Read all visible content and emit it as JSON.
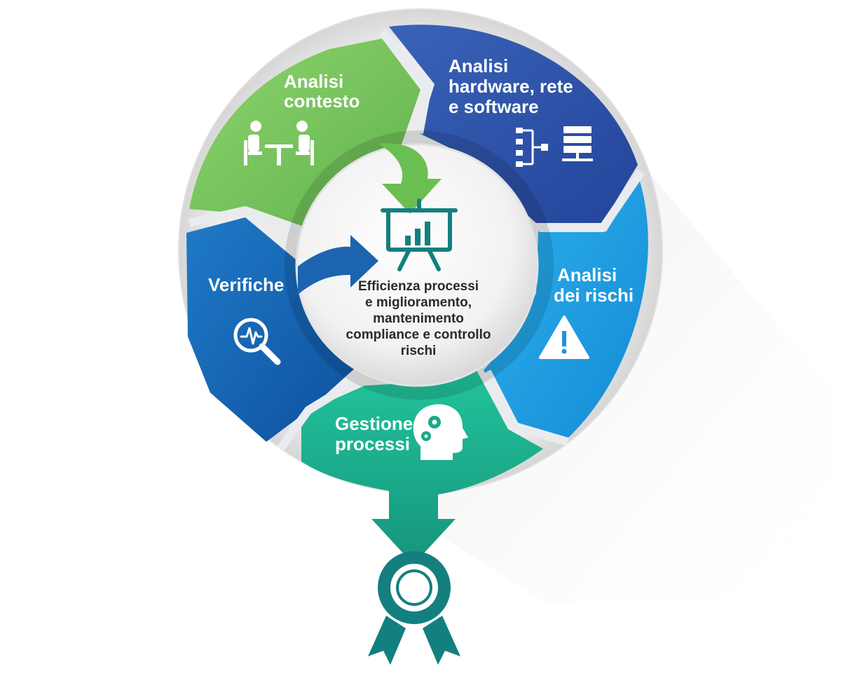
{
  "segments": {
    "analisi_contesto": {
      "line1": "Analisi",
      "line2": "contesto",
      "color": "#7cc864",
      "icon": "meeting-icon"
    },
    "analisi_hardware": {
      "line1": "Analisi",
      "line2": "hardware,  rete",
      "line3": "e software",
      "color": "#2f55a8",
      "icon": "network-server-icon"
    },
    "analisi_rischi": {
      "line1": "Analisi",
      "line2": "dei rischi",
      "color": "#1f9ee0",
      "icon": "warning-icon"
    },
    "gestione_processi": {
      "line1": "Gestione",
      "line2": "processi",
      "color": "#1fae8c",
      "icon": "head-gears-icon"
    },
    "verifiche": {
      "line1": "Verifiche",
      "color": "#1a66b3",
      "icon": "magnifier-pulse-icon"
    }
  },
  "center": {
    "line1": "Efficienza processi",
    "line2": "e miglioramento,",
    "line3": "mantenimento",
    "line4": "compliance e controllo",
    "line5": "rischi",
    "icon": "presentation-chart-icon",
    "icon_color": "#147f7f"
  },
  "badge": {
    "icon": "award-rosette-icon",
    "color": "#147f7f"
  }
}
